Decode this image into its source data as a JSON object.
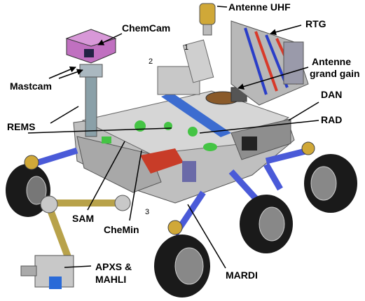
{
  "labels": {
    "uhf": "Antenne UHF",
    "rtg": "RTG",
    "chemcam": "ChemCam",
    "hga_line1": "Antenne",
    "hga_line2": "grand gain",
    "mastcam": "Mastcam",
    "dan": "DAN",
    "rems": "REMS",
    "rad": "RAD",
    "sam": "SAM",
    "chemin": "CheMin",
    "mardi": "MARDI",
    "apxs_line1": "APXS &",
    "apxs_line2": "MAHLI"
  },
  "markers": {
    "m1": "1",
    "m2": "2",
    "m3": "3"
  },
  "colors": {
    "body": "#c8c8c8",
    "body_dark": "#9a9a9a",
    "wheel": "#1a1a1a",
    "strut": "#4a5ad8",
    "chemcam_head": "#c070c0",
    "deck_stripe": "#3c6cd0",
    "rtg_red": "#d83a2a",
    "rtg_blue": "#2a3ec8",
    "green": "#44c444",
    "sam_red": "#c83c28",
    "arm_gold": "#b8a24a",
    "uhf_gold": "#d0a838"
  }
}
